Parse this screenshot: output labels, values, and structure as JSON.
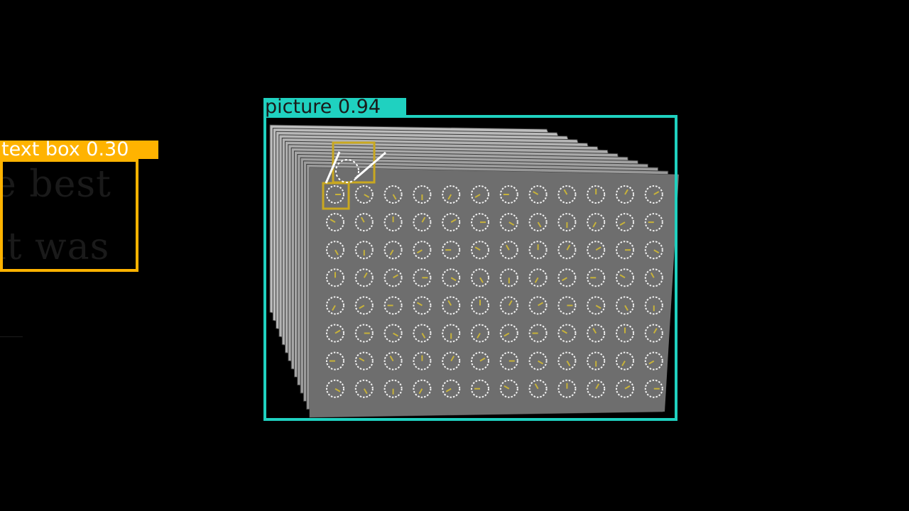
{
  "detections": [
    {
      "label": "text box",
      "score": "0.30",
      "color": "#ffb300"
    },
    {
      "label": "picture",
      "score": "0.94",
      "color": "#1fd1c0"
    }
  ],
  "background_text": [
    "e best",
    "it was"
  ],
  "scene": {
    "description_icon": "gauge-icon",
    "grid_rows": 8,
    "grid_cols": 12,
    "panel_color": "#6e6e6e",
    "stack_layers": 14
  }
}
